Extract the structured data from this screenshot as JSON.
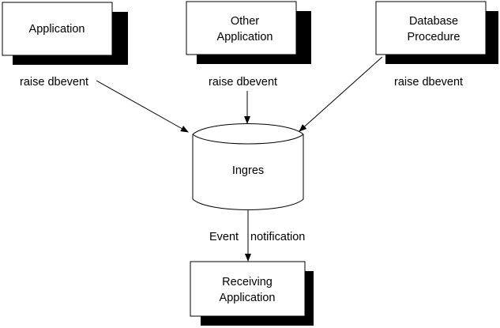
{
  "diagram": {
    "nodes": {
      "application": {
        "label_lines": [
          "Application"
        ]
      },
      "other_application": {
        "label_lines": [
          "Other",
          "Application"
        ]
      },
      "database_procedure": {
        "label_lines": [
          "Database",
          "Procedure"
        ]
      },
      "ingres": {
        "label_lines": [
          "Ingres"
        ]
      },
      "receiving_application": {
        "label_lines": [
          "Receiving",
          "Application"
        ]
      }
    },
    "edges": {
      "application_to_ingres": {
        "label": "raise dbevent"
      },
      "other_application_to_ingres": {
        "label": "raise dbevent"
      },
      "database_procedure_to_ingres": {
        "label": "raise dbevent"
      },
      "ingres_to_receiving_application": {
        "label_parts": [
          "Event",
          "notification"
        ]
      }
    },
    "colors": {
      "stroke": "#000000",
      "shadow": "#000000",
      "fill": "#ffffff"
    }
  }
}
